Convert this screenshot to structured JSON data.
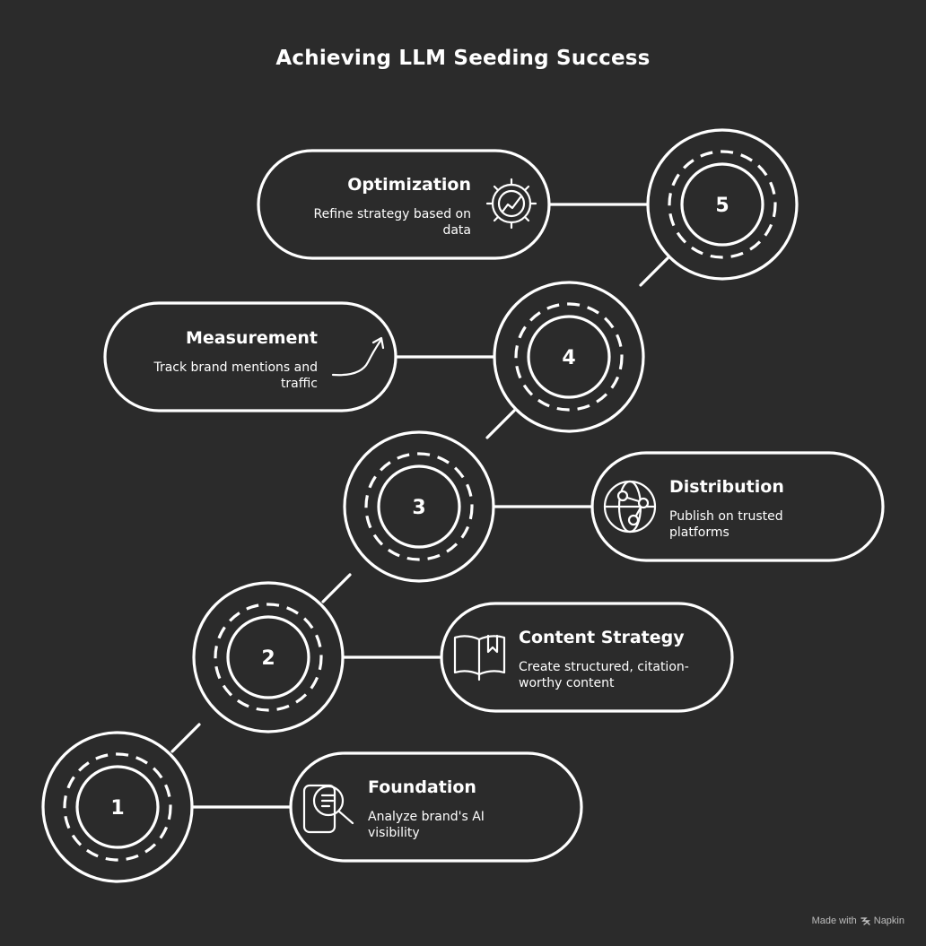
{
  "title": "Achieving LLM Seeding Success",
  "steps": [
    {
      "number": "1",
      "title": "Foundation",
      "desc_line1": "Analyze brand's AI",
      "desc_line2": "visibility",
      "icon": "magnifier-document-icon"
    },
    {
      "number": "2",
      "title": "Content Strategy",
      "desc_line1": "Create structured, citation-",
      "desc_line2": "worthy content",
      "icon": "open-book-icon"
    },
    {
      "number": "3",
      "title": "Distribution",
      "desc_line1": "Publish on trusted",
      "desc_line2": "platforms",
      "icon": "globe-network-icon"
    },
    {
      "number": "4",
      "title": "Measurement",
      "desc_line1": "Track brand mentions and",
      "desc_line2": "traffic",
      "icon": "rising-arrow-icon"
    },
    {
      "number": "5",
      "title": "Optimization",
      "desc_line1": "Refine strategy based on",
      "desc_line2": "data",
      "icon": "gear-chart-icon"
    }
  ],
  "footer": {
    "made_with": "Made with",
    "brand": "Napkin"
  }
}
